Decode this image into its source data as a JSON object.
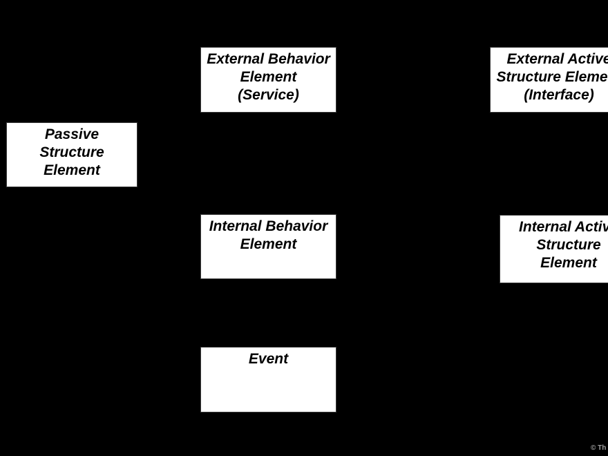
{
  "diagram": {
    "colors": {
      "background": "#000000",
      "box_fill": "#ffffff",
      "box_text": "#000000",
      "watermark": "#a0a0a0"
    },
    "boxes": {
      "external_behavior": {
        "lines": [
          "External Behavior",
          "Element",
          "(Service)"
        ]
      },
      "external_active_structure": {
        "lines": [
          "External Active",
          "Structure Element",
          "(Interface)"
        ]
      },
      "passive_structure": {
        "lines": [
          "Passive",
          "Structure",
          "Element"
        ]
      },
      "internal_behavior": {
        "lines": [
          "Internal Behavior",
          "Element"
        ]
      },
      "internal_active_structure": {
        "lines": [
          "Internal Active",
          "Structure",
          "Element"
        ]
      },
      "event": {
        "lines": [
          "Event"
        ]
      }
    },
    "watermark": {
      "text": "© Th"
    }
  }
}
